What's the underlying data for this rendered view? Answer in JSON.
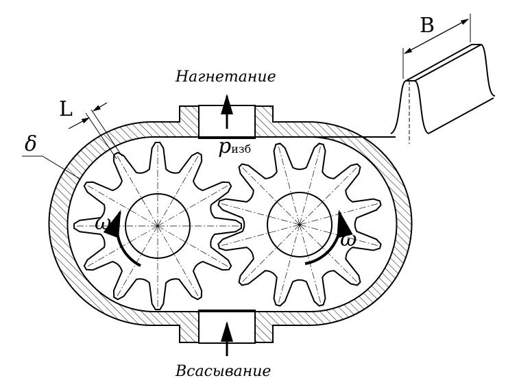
{
  "title": "Gear pump diagram",
  "labels": {
    "discharge": "Нагнетание",
    "suction": "Всасывание",
    "tooth_length": "L",
    "clearance": "δ",
    "pressure_symbol": "p",
    "pressure_subscript": "изб",
    "omega_left": "ω",
    "omega_right": "ω",
    "tooth_width": "B"
  },
  "gears": {
    "teeth_per_gear": 12
  }
}
